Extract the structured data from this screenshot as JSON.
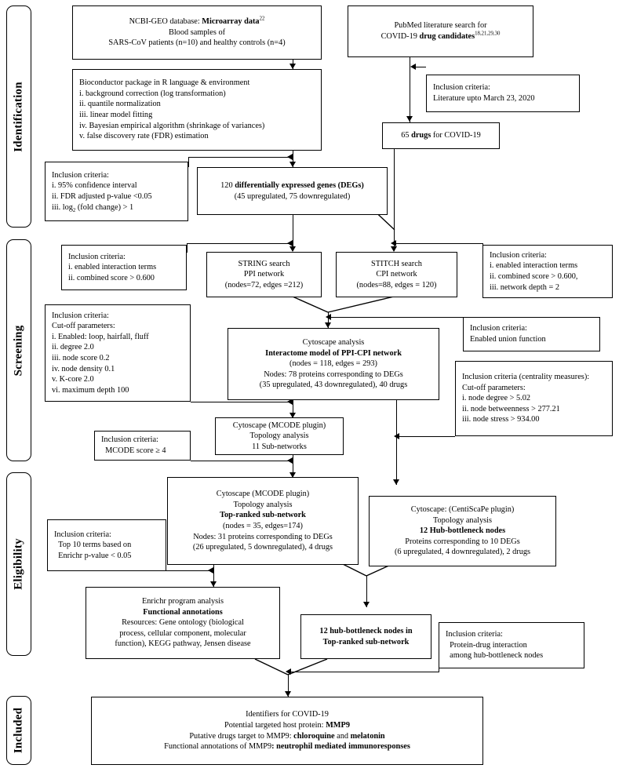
{
  "figure": {
    "type": "prisma-flow-diagram",
    "title": "PRISMA-style flow diagram of COVID-19 drug repurposing analysis"
  },
  "stages": [
    {
      "id": "identification",
      "label": "Identification"
    },
    {
      "id": "screening",
      "label": "Screening"
    },
    {
      "id": "eligibility",
      "label": "Eligibility"
    },
    {
      "id": "included",
      "label": "Included"
    }
  ],
  "boxes": {
    "geo": {
      "lines": [
        "NCBI-GEO database: |b|Microarray data|/b||sup|22|/sup|",
        "Blood samples of",
        "SARS-CoV patients (n=10) and healthy controls (n=4)"
      ]
    },
    "pubmed": {
      "lines": [
        "PubMed literature search for",
        "COVID-19 |b|drug candidates|/b||sup|18,21,29,30|/sup|"
      ]
    },
    "bioconductor": {
      "lines": [
        "Bioconductor package in R language & environment",
        "i. background correction (log transformation)",
        "ii. quantile normalization",
        "iii. linear model fitting",
        "iv. Bayesian empirical algorithm (shrinkage of variances)",
        "v. false discovery rate (FDR) estimation"
      ]
    },
    "lit_criteria": {
      "lines": [
        "Inclusion criteria:",
        "Literature upto March 23, 2020"
      ]
    },
    "drugs65": {
      "lines": [
        "65 |b|drugs|/b| for COVID-19"
      ]
    },
    "deg_criteria": {
      "lines": [
        "Inclusion criteria:",
        "i. 95% confidence interval",
        "ii. FDR adjusted p-value <0.05",
        "iii. log|sub|2|/sub| (fold change) > 1"
      ]
    },
    "degs": {
      "lines": [
        "120 |b|differentially expressed genes (DEGs)|/b|",
        "(45 upregulated, 75 downregulated)"
      ]
    },
    "string_criteria": {
      "lines": [
        "Inclusion criteria:",
        "i. enabled interaction terms",
        "ii. combined score > 0.600"
      ]
    },
    "string": {
      "lines": [
        "STRING search",
        "PPI network",
        "(nodes=72, edges =212)"
      ]
    },
    "stitch": {
      "lines": [
        "STITCH search",
        "CPI network",
        "(nodes=88, edges = 120)"
      ]
    },
    "stitch_criteria": {
      "lines": [
        "Inclusion criteria:",
        "i. enabled interaction terms",
        "ii. combined score > 0.600,",
        "iii. network depth = 2"
      ]
    },
    "mcode_criteria": {
      "lines": [
        "Inclusion criteria:",
        "Cut-off parameters:",
        "i. Enabled: loop, hairfall, fluff",
        "ii. degree 2.0",
        "iii. node score 0.2",
        "iv. node density 0.1",
        "v. K-core 2.0",
        "vi. maximum depth 100"
      ]
    },
    "cytoscape": {
      "lines": [
        "Cytoscape analysis",
        "|b|Interactome model of PPI-CPI network|/b|",
        "(nodes = 118, edges = 293)",
        "Nodes: 78 proteins corresponding to DEGs",
        "(35 upregulated, 43 downregulated), 40 drugs"
      ]
    },
    "union_criteria": {
      "lines": [
        "Inclusion criteria:",
        "Enabled union function"
      ]
    },
    "centrality_criteria": {
      "lines": [
        "Inclusion criteria (centrality measures):",
        "Cut-off parameters:",
        "i. node degree > 5.02",
        "ii. node betweenness > 277.21",
        "iii. node stress > 934.00"
      ]
    },
    "mcode_score": {
      "lines": [
        "Inclusion criteria:",
        "  MCODE score ≥ 4"
      ]
    },
    "subnetworks": {
      "lines": [
        "Cytoscape (MCODE plugin)",
        "Topology analysis",
        "11 Sub-networks"
      ]
    },
    "topranked": {
      "lines": [
        "Cytoscape (MCODE plugin)",
        "Topology analysis",
        "|b|Top-ranked sub-network|/b|",
        "(nodes = 35, edges=174)",
        "Nodes: 31 proteins corresponding to DEGs",
        "(26 upregulated, 5 downregulated), 4 drugs"
      ]
    },
    "centiscape": {
      "lines": [
        "Cytoscape: (CentiScaPe plugin)",
        "Topology analysis",
        "|b|12 Hub-bottleneck nodes|/b|",
        "Proteins corresponding to 10 DEGs",
        "(6 upregulated, 4 downregulated), 2 drugs"
      ]
    },
    "enrichr_criteria": {
      "lines": [
        "Inclusion criteria:",
        "  Top 10 terms based on",
        "  Enrichr p-value < 0.05"
      ]
    },
    "enrichr": {
      "lines": [
        "Enrichr program analysis",
        "|b|Functional annotations|/b|",
        "Resources: Gene ontology (biological",
        "process, cellular component, molecular",
        "function), KEGG pathway, Jensen disease"
      ]
    },
    "hub12": {
      "lines": [
        "|b|12 hub-bottleneck nodes in|/b|",
        "|b|Top-ranked sub-network|/b|"
      ]
    },
    "pdi_criteria": {
      "lines": [
        "Inclusion criteria:",
        "  Protein-drug interaction",
        "  among hub-bottleneck nodes"
      ]
    },
    "final": {
      "lines": [
        "Identifiers for COVID-19",
        "Potential targeted host protein: |b|MMP9|/b|",
        "Putative drugs target to MMP9: |b|chloroquine|/b| and |b|melatonin|/b|",
        "Functional annotations of MMP9|b|: neutrophil mediated immunoresponses|/b|"
      ]
    }
  }
}
